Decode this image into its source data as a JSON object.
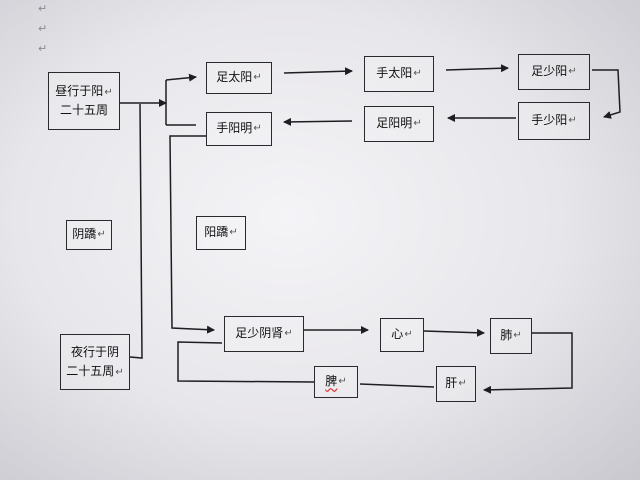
{
  "paragraph_marks": [
    "↵",
    "↵",
    "↵"
  ],
  "nodes": {
    "day_cycle": {
      "line1": "昼行于阳",
      "line2": "二十五周",
      "mark": "↵"
    },
    "night_cycle": {
      "line1": "夜行于阴",
      "line2": "二十五周",
      "mark": "↵"
    },
    "yin_qiao": {
      "label": "阴蹻",
      "mark": "↵"
    },
    "yang_qiao": {
      "label": "阳蹻",
      "mark": "↵"
    },
    "zu_taiyang": {
      "label": "足太阳",
      "mark": "↵"
    },
    "shou_taiyang": {
      "label": "手太阳",
      "mark": "↵"
    },
    "zu_shaoyang": {
      "label": "足少阳",
      "mark": "↵"
    },
    "shou_shaoyang": {
      "label": "手少阳",
      "mark": "↵"
    },
    "zu_yangming": {
      "label": "足阳明",
      "mark": "↵"
    },
    "shou_yangming": {
      "label": "手阳明",
      "mark": "↵"
    },
    "zu_shaoyin": {
      "label": "足少阴肾",
      "mark": "↵"
    },
    "heart": {
      "label": "心",
      "mark": "↵"
    },
    "lung": {
      "label": "肺",
      "mark": "↵"
    },
    "liver": {
      "label": "肝",
      "mark": "↵"
    },
    "spleen": {
      "label": "脾",
      "mark": "↵"
    }
  },
  "colors": {
    "line": "#1e1e22",
    "accent_squiggle": "#dd3333"
  }
}
